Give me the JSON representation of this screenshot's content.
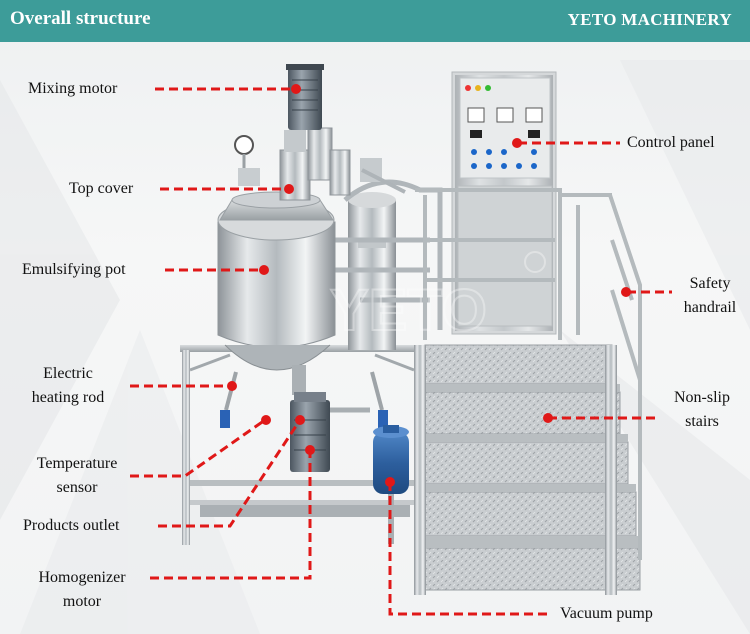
{
  "header": {
    "title": "Overall structure",
    "brand": "YETO MACHINERY"
  },
  "watermark": "YETO",
  "colors": {
    "header_bg": "#3d9c99",
    "callout": "#e01818"
  },
  "labels": {
    "mixing_motor": "Mixing motor",
    "top_cover": "Top cover",
    "emulsifying_pot": "Emulsifying pot",
    "electric_heating_rod": [
      "Electric",
      "heating rod"
    ],
    "temperature_sensor": [
      "Temperature",
      "sensor"
    ],
    "products_outlet": "Products outlet",
    "homogenizer_motor": [
      "Homogenizer",
      "motor"
    ],
    "control_panel": "Control panel",
    "safety_handrail": [
      "Safety",
      "handrail"
    ],
    "non_slip_stairs": [
      "Non-slip",
      "stairs"
    ],
    "vacuum_pump": "Vacuum pump"
  }
}
